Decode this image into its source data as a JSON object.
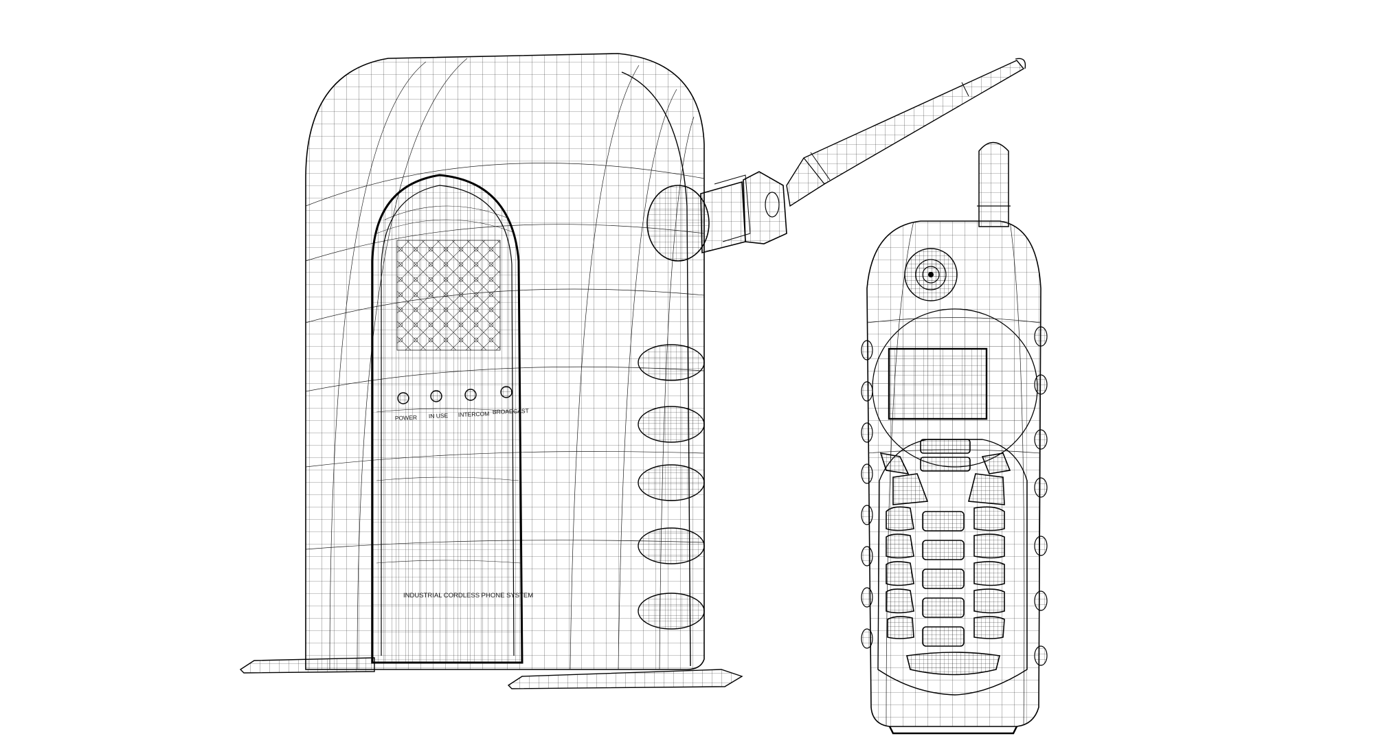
{
  "base_station": {
    "indicators": [
      {
        "label": "POWER"
      },
      {
        "label": "IN USE"
      },
      {
        "label": "INTERCOM"
      },
      {
        "label": "BROADCAST"
      }
    ],
    "product_label": "INDUSTRIAL CORDLESS PHONE SYSTEM"
  },
  "colors": {
    "background": "#ffffff",
    "wire": "#1a1a1a",
    "outline": "#000000"
  }
}
